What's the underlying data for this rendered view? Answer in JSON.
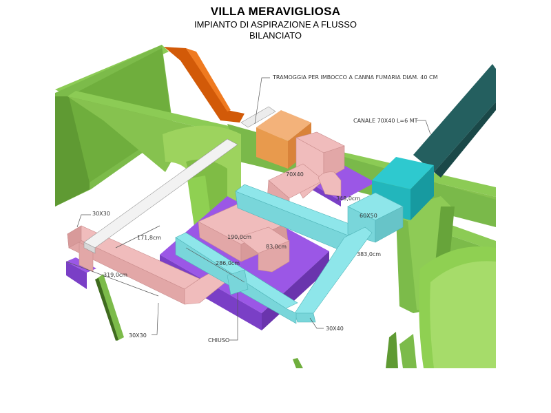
{
  "header": {
    "title": "VILLA MERAVIGLIOSA",
    "subtitle_line1": "IMPIANTO DI ASPIRAZIONE A FLUSSO",
    "subtitle_line2": "BILANCIATO"
  },
  "annotations": {
    "hopper": "TRAMOGGIA PER IMBOCCO A CANNA FUMARIA DIAM. 40 CM",
    "channel": "CANALE 70X40 L=6 MT",
    "duct_70x40": "70X40",
    "len_348": "348,0cm",
    "duct_60x50": "60X50",
    "duct_30x30_top": "30X30",
    "len_171": "171,8cm",
    "len_190": "190,0cm",
    "len_83": "83,0cm",
    "len_286": "286,0cm",
    "len_319": "319,0cm",
    "len_383": "383,0cm",
    "duct_30x40": "30X40",
    "duct_30x30_bottom": "30X30",
    "closed": "CHIUSO"
  },
  "colors": {
    "wall_green": "#7cbb4a",
    "wall_green_dark": "#5f9a33",
    "supply_pink": "#f0bcbc",
    "exhaust_cyan": "#8ee6ea",
    "unit_purple": "#9b57e6",
    "hopper_orange": "#e8a055",
    "chimney_orange": "#d25a08",
    "channel_teal": "#1f5e5e",
    "unit_teal": "#22c1c7",
    "white_duct": "#ececec"
  }
}
